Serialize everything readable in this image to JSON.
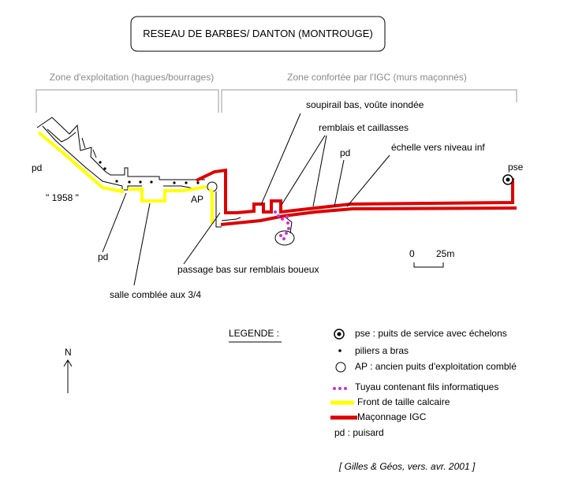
{
  "title": "RESEAU DE BARBES/ DANTON (MONTROUGE)",
  "zones": {
    "exploitation": "Zone d'exploitation (hagues/bourrages)",
    "confortee": "Zone confortée par l'IGC (murs maçonnés)"
  },
  "labels": {
    "soupirail": "soupirail bas, voûte inondée",
    "remblais": "remblais et caillasses",
    "pd_right": "pd",
    "echelle": "échelle vers niveau inf",
    "pse": "pse",
    "pd_left": "pd",
    "year": "\" 1958 \"",
    "ap": "AP",
    "pd_bottom": "pd",
    "passage": "passage bas sur remblais boueux",
    "salle": "salle comblée aux 3/4"
  },
  "scale": {
    "zero": "0",
    "distance": "25m"
  },
  "north": "N",
  "legend": {
    "heading": "LEGENDE :",
    "items": [
      {
        "symbol": "pse-icon",
        "text": "pse : puits de service avec échelons"
      },
      {
        "symbol": "pillar-icon",
        "text": "piliers a bras"
      },
      {
        "symbol": "ap-icon",
        "text": "AP : ancien puits d'exploitation comblé"
      },
      {
        "symbol": "cable-line",
        "text": "Tuyau contenant fils informatiques",
        "color": "#cc33cc"
      },
      {
        "symbol": "yellow-line",
        "text": "Front de taille calcaire",
        "color": "#ffff00"
      },
      {
        "symbol": "red-line",
        "text": "Maçonnage IGC",
        "color": "#dd0000"
      },
      {
        "symbol": "none",
        "text": "pd : puisard"
      }
    ]
  },
  "credit": "[ Gilles & Géos, vers. avr. 2001 ]",
  "colors": {
    "masonry": "#dd0000",
    "limestone": "#ffff00",
    "cable": "#cc33cc",
    "zone_text": "#8a8a8a"
  }
}
